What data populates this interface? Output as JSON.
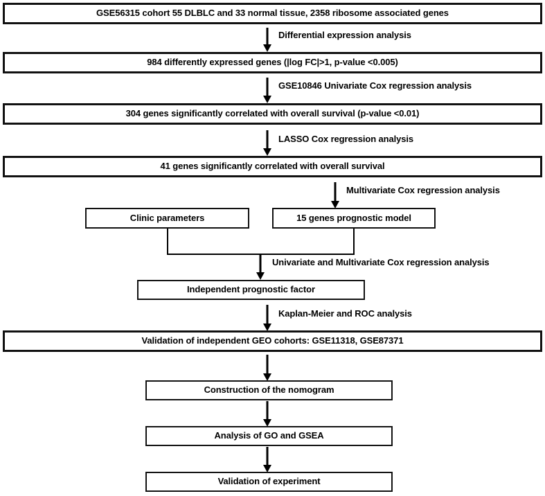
{
  "figure": {
    "type": "flowchart",
    "orientation": "top-to-bottom",
    "background_color": "#ffffff",
    "line_color": "#000000",
    "box_fill": "#ffffff"
  },
  "nodes": [
    {
      "id": "cohort",
      "label": "GSE56315 cohort 55 DLBLC and 33 normal tissue, 2358 ribosome associated genes"
    },
    {
      "id": "deg",
      "label": "984 differently expressed genes (|log FC|>1, p-value <0.005)"
    },
    {
      "id": "genes304",
      "label": "304 genes significantly correlated with overall survival (p-value <0.01)"
    },
    {
      "id": "genes41",
      "label": "41 genes significantly correlated with overall survival"
    },
    {
      "id": "clinic",
      "label": "Clinic parameters"
    },
    {
      "id": "model15",
      "label": "15 genes prognostic model"
    },
    {
      "id": "indepfactor",
      "label": "Independent prognostic factor"
    },
    {
      "id": "validation",
      "label": "Validation of independent GEO cohorts: GSE11318, GSE87371"
    },
    {
      "id": "nomogram",
      "label": "Construction of the nomogram"
    },
    {
      "id": "gogsea",
      "label": "Analysis of GO and GSEA"
    },
    {
      "id": "experiment",
      "label": "Validation of experiment"
    }
  ],
  "edges": [
    {
      "id": "e1",
      "from": "cohort",
      "to": "deg",
      "label": "Differential expression analysis"
    },
    {
      "id": "e2",
      "from": "deg",
      "to": "genes304",
      "label": "GSE10846 Univariate Cox regression analysis"
    },
    {
      "id": "e3",
      "from": "genes304",
      "to": "genes41",
      "label": "LASSO  Cox regression analysis"
    },
    {
      "id": "e4",
      "from": "genes41",
      "to": "model15",
      "label": "Multivariate  Cox regression analysis"
    },
    {
      "id": "e5",
      "from": "clinic+model15",
      "to": "indepfactor",
      "label": "Univariate and Multivariate  Cox regression analysis"
    },
    {
      "id": "e6",
      "from": "indepfactor",
      "to": "validation",
      "label": "Kaplan-Meier  and ROC analysis"
    },
    {
      "id": "e7",
      "from": "validation",
      "to": "nomogram",
      "label": ""
    },
    {
      "id": "e8",
      "from": "nomogram",
      "to": "gogsea",
      "label": ""
    },
    {
      "id": "e9",
      "from": "gogsea",
      "to": "experiment",
      "label": ""
    }
  ]
}
